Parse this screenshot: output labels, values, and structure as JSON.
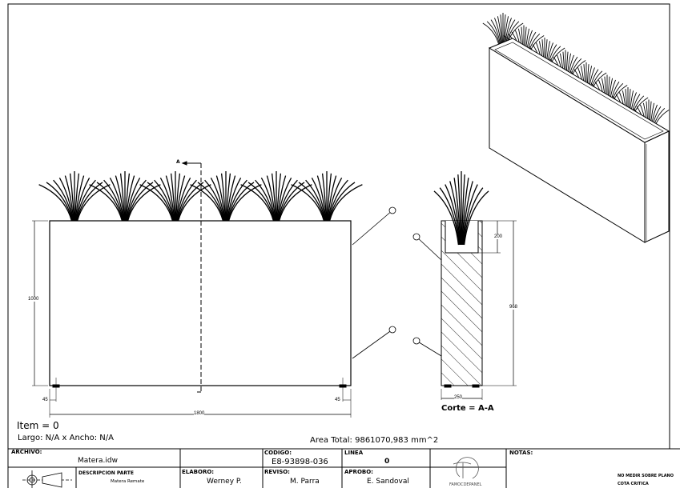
{
  "drawing": {
    "section_marker": "A",
    "dimensions": {
      "front_height": "1000",
      "front_width": "1800",
      "front_offset_left": "45",
      "front_offset_right": "45",
      "section_height": "968",
      "section_cavity_depth": "200",
      "section_width": "250"
    },
    "section_label": "Corte = A-A",
    "item_label": "Item = 0",
    "size_label": "Largo: N/A x Ancho: N/A",
    "area_label": "Area Total: 9861070,983 mm^2"
  },
  "title_block": {
    "archivo_label": "ARCHIVO:",
    "archivo_value": "Matera.idw",
    "codigo_label": "CODIGO:",
    "codigo_value": "E8-93898-036",
    "linea_label": "LINEA",
    "linea_value": "0",
    "descripcion_label": "DESCRIPCION PARTE",
    "descripcion_value": "Matera Remate",
    "elaboro_label": "ELABORO:",
    "elaboro_value": "Werney P.",
    "reviso_label": "REVISO:",
    "reviso_value": "M. Parra",
    "aprobo_label": "APROBO:",
    "aprobo_value": "E. Sandoval",
    "company_logo_text": "FAMOCDEPANEL",
    "notas_label": "NOTAS:",
    "note_1": "NO MEDIR SOBRE PLANO",
    "note_2": "COTA CRITICA"
  },
  "colors": {
    "line": "#000000",
    "background": "#ffffff"
  }
}
